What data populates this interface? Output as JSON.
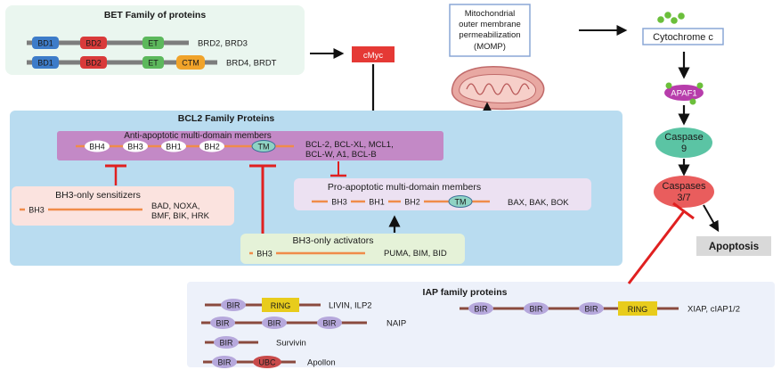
{
  "bet": {
    "title": "BET Family of proteins",
    "row1": {
      "domains": [
        "BD1",
        "BD2",
        "ET"
      ],
      "members": "BRD2, BRD3"
    },
    "row2": {
      "domains": [
        "BD1",
        "BD2",
        "ET",
        "CTM"
      ],
      "members": "BRD4, BRDT"
    }
  },
  "cmyc": "cMyc",
  "momp": {
    "line1": "Mitochondrial",
    "line2": "outer membrane",
    "line3": "permeabilization",
    "line4": "(MOMP)"
  },
  "cytochrome": "Cytochrome c",
  "apaf1": "APAF1",
  "caspase9": {
    "line1": "Caspase",
    "line2": "9"
  },
  "caspase37": {
    "line1": "Caspases",
    "line2": "3/7"
  },
  "apoptosis": "Apoptosis",
  "bcl2": {
    "title": "BCL2 Family Proteins",
    "anti": {
      "title": "Anti-apoptotic multi-domain members",
      "domains": [
        "BH4",
        "BH3",
        "BH1",
        "BH2",
        "TM"
      ],
      "members_line1": "BCL-2, BCL-XL, MCL1,",
      "members_line2": "BCL-W, A1, BCL-B"
    },
    "sensitizers": {
      "title": "BH3-only sensitizers",
      "domain": "BH3",
      "members_line1": "BAD, NOXA,",
      "members_line2": "BMF, BIK, HRK"
    },
    "pro": {
      "title": "Pro-apoptotic multi-domain members",
      "domains": [
        "BH3",
        "BH1",
        "BH2",
        "TM"
      ],
      "members": "BAX, BAK, BOK"
    },
    "activators": {
      "title": "BH3-only activators",
      "domain": "BH3",
      "members": "PUMA, BIM, BID"
    }
  },
  "iap": {
    "title": "IAP family proteins",
    "livin": {
      "domains": [
        "BIR",
        "RING"
      ],
      "members": "LIVIN, ILP2"
    },
    "naip": {
      "domains": [
        "BIR",
        "BIR",
        "BIR"
      ],
      "members": "NAIP"
    },
    "survivin": {
      "domains": [
        "BIR"
      ],
      "members": "Survivin"
    },
    "apollon": {
      "domains": [
        "BIR",
        "UBC"
      ],
      "members": "Apollon"
    },
    "xiap": {
      "domains": [
        "BIR",
        "BIR",
        "BIR",
        "RING"
      ],
      "members": "XIAP, cIAP1/2"
    }
  },
  "colors": {
    "bet_panel": "#eaf6ef",
    "bcl2_panel": "#b9dcf0",
    "anti_panel": "#c389c6",
    "sens_panel": "#fbe3df",
    "pro_panel": "#ece1f2",
    "act_panel": "#e5f2d8",
    "iap_panel": "#edf1fa",
    "cmyc": "#e53935",
    "bd1": "#3d7cc9",
    "bd2": "#d93a3a",
    "et": "#5cb85c",
    "ctm": "#f0a32a",
    "bir": "#b6a8dc",
    "ring": "#e8cc1c",
    "ubc": "#c84a4a",
    "orange_line": "#f08c4a",
    "caspase9": "#5bc4a4",
    "caspase37": "#e95d5d",
    "apaf1": "#b73dab",
    "inhibit": "#e02020"
  }
}
